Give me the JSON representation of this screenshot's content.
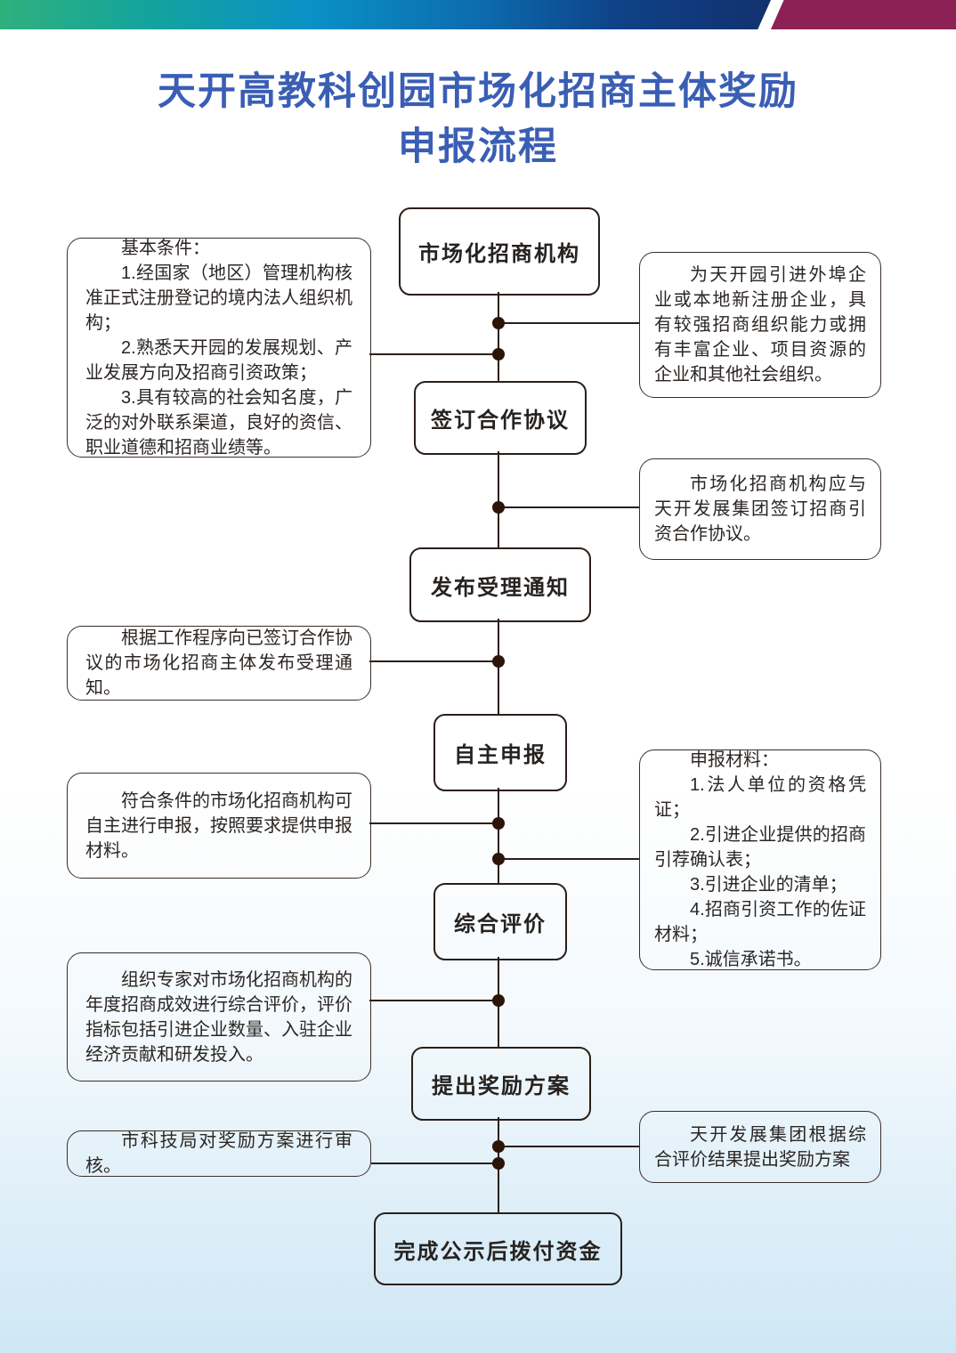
{
  "page": {
    "title_line1": "天开高教科创园市场化招商主体奖励",
    "title_line2": "申报流程"
  },
  "colors": {
    "banner_green": "#2FB07D",
    "banner_blue": "#0A91C6",
    "banner_navy": "#12306E",
    "banner_magenta": "#8C2156",
    "title_blue": "#3A5EB4",
    "line_dark": "#2B1F18",
    "background_bottom": "#CFE7F5"
  },
  "flow_steps": [
    {
      "label": "市场化招商机构"
    },
    {
      "label": "签订合作协议"
    },
    {
      "label": "发布受理通知"
    },
    {
      "label": "自主申报"
    },
    {
      "label": "综合评价"
    },
    {
      "label": "提出奖励方案"
    },
    {
      "label": "完成公示后拨付资金"
    }
  ],
  "notes_left": [
    {
      "lines": [
        "基本条件：",
        "1.经国家（地区）管理机构核准正式注册登记的境内法人组织机构；",
        "2.熟悉天开园的发展规划、产业发展方向及招商引资政策；",
        "3.具有较高的社会知名度，广泛的对外联系渠道，良好的资信、职业道德和招商业绩等。"
      ]
    },
    {
      "lines": [
        "根据工作程序向已签订合作协议的市场化招商主体发布受理通知。"
      ]
    },
    {
      "lines": [
        "符合条件的市场化招商机构可自主进行申报，按照要求提供申报材料。"
      ]
    },
    {
      "lines": [
        "组织专家对市场化招商机构的年度招商成效进行综合评价，评价指标包括引进企业数量、入驻企业经济贡献和研发投入。"
      ]
    },
    {
      "lines": [
        "市科技局对奖励方案进行审核。"
      ]
    }
  ],
  "notes_right": [
    {
      "lines": [
        "为天开园引进外埠企业或本地新注册企业，具有较强招商组织能力或拥有丰富企业、项目资源的企业和其他社会组织。"
      ]
    },
    {
      "lines": [
        "市场化招商机构应与天开发展集团签订招商引资合作协议。"
      ]
    },
    {
      "lines": [
        "申报材料：",
        "1.法人单位的资格凭证；",
        "2.引进企业提供的招商引荐确认表；",
        "3.引进企业的清单；",
        "4.招商引资工作的佐证材料；",
        "5.诚信承诺书。"
      ]
    },
    {
      "lines": [
        "天开发展集团根据综合评价结果提出奖励方案"
      ]
    }
  ]
}
